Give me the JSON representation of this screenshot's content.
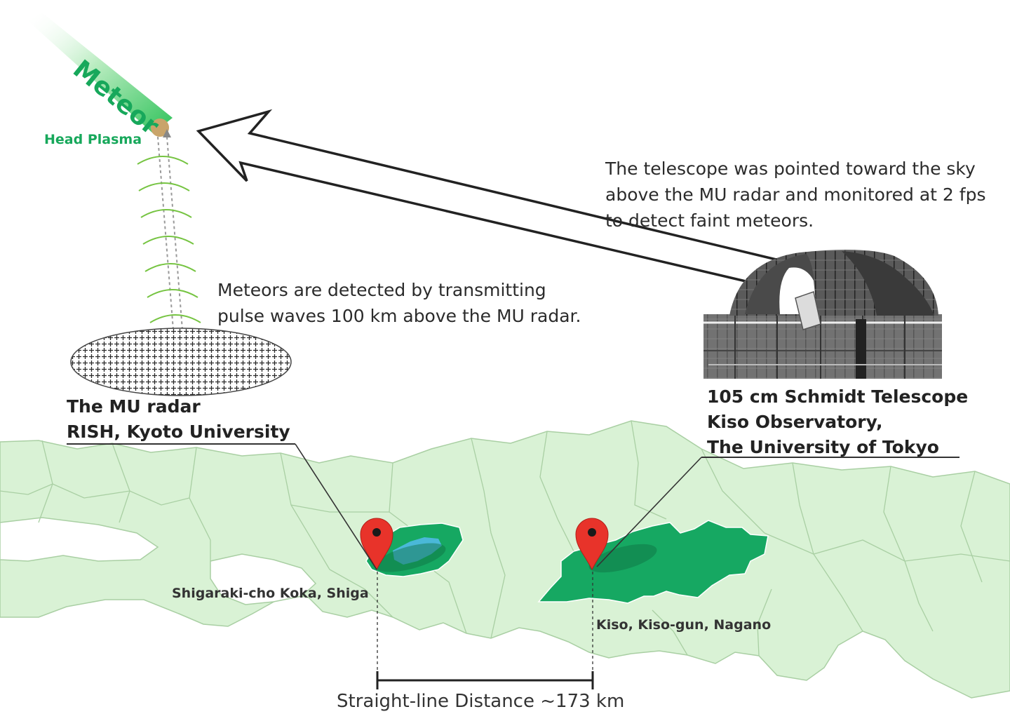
{
  "meteor": {
    "label": "Meteor",
    "head_label": "Head Plasma",
    "color": "#17a85b"
  },
  "radar": {
    "description_line1": "Meteors are detected by transmitting",
    "description_line2": "pulse waves 100 km above the MU radar.",
    "name_line1": "The MU radar",
    "name_line2": "RISH, Kyoto University",
    "location": "Shigaraki-cho Koka, Shiga"
  },
  "telescope": {
    "description_line1": "The telescope was pointed toward the sky",
    "description_line2": "above the MU radar and monitored at 2 fps",
    "description_line3": "to detect faint meteors.",
    "name_line1": "105 cm Schmidt Telescope",
    "name_line2": "Kiso Observatory,",
    "name_line3": "The University of Tokyo",
    "location": "Kiso, Kiso-gun, Nagano"
  },
  "distance": {
    "label": "Straight-line Distance ~173 km"
  },
  "colors": {
    "land": "#d9f2d5",
    "border": "#a9cfa3",
    "highlight": "#16a862",
    "lake": "#4ab8d8",
    "pin": "#e8332a",
    "wave": "#76c442"
  }
}
